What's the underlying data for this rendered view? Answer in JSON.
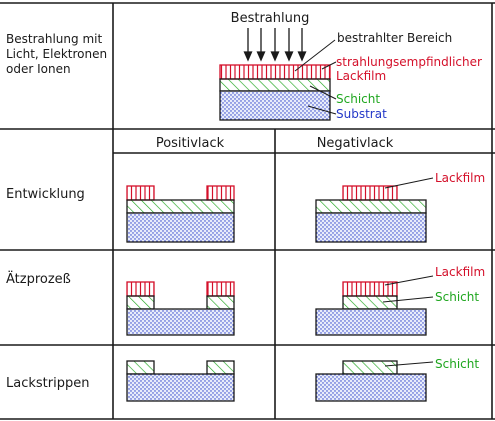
{
  "row_labels": {
    "exposure_line1": "Bestrahlung mit",
    "exposure_line2": "Licht, Elektronen",
    "exposure_line3": "oder Ionen",
    "development": "Entwicklung",
    "etching": "Ätzprozeß",
    "stripping": "Lackstrippen"
  },
  "column_headers": {
    "positive": "Positivlack",
    "negative": "Negativlack"
  },
  "exposure_diagram": {
    "radiation": "Bestrahlung",
    "irradiated_area": "bestrahlter Bereich",
    "photoresist_line1": "strahlungsempfindlicher",
    "photoresist_line2": "Lackfilm",
    "layer": "Schicht",
    "substrate": "Substrat"
  },
  "callouts": {
    "resist_film": "Lackfilm",
    "layer": "Schicht"
  },
  "colors": {
    "resist": "#d4102a",
    "layer": "#1fa61f",
    "substrate": "#2438c8",
    "substrate_fill": "#e8ecfa",
    "line": "#1a1a1a"
  }
}
